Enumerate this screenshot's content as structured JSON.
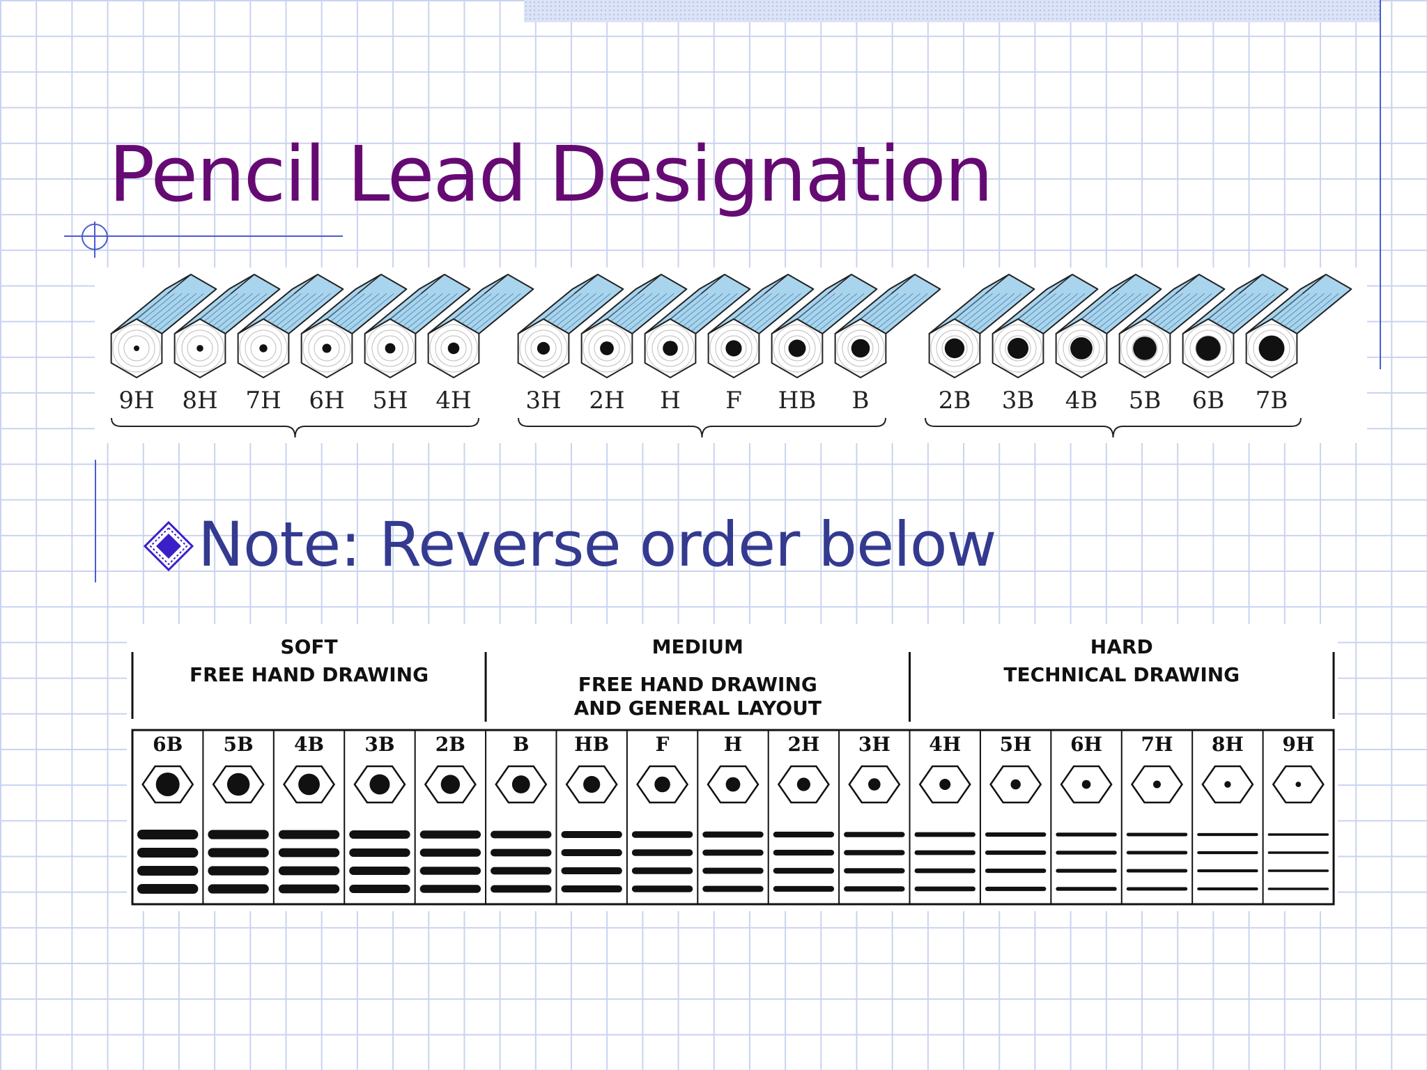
{
  "slide": {
    "title": "Pencil Lead Designation",
    "note": "Note: Reverse order below"
  },
  "pencil_figure": {
    "groups": [
      {
        "labels": [
          "9H",
          "8H",
          "7H",
          "6H",
          "5H",
          "4H"
        ]
      },
      {
        "labels": [
          "3H",
          "2H",
          "H",
          "F",
          "HB",
          "B"
        ]
      },
      {
        "labels": [
          "2B",
          "3B",
          "4B",
          "5B",
          "6B",
          "7B"
        ]
      }
    ],
    "pencil_color": "#a9d4ee"
  },
  "grade_table": {
    "sections": [
      {
        "name": "SOFT",
        "use": [
          "FREE HAND DRAWING"
        ]
      },
      {
        "name": "MEDIUM",
        "use": [
          "FREE HAND DRAWING",
          "AND GENERAL LAYOUT"
        ]
      },
      {
        "name": "HARD",
        "use": [
          "TECHNICAL DRAWING"
        ]
      }
    ],
    "grades": [
      "6B",
      "5B",
      "4B",
      "3B",
      "2B",
      "B",
      "HB",
      "F",
      "H",
      "2H",
      "3H",
      "4H",
      "5H",
      "6H",
      "7H",
      "8H",
      "9H"
    ]
  },
  "colors": {
    "title": "#660a73",
    "note": "#333a8f",
    "accent": "#4a5bd0",
    "bullet": "#3a1fc9"
  },
  "icons": {
    "bullet": "diamond-bullet-icon",
    "crosshair": "crosshair-icon"
  }
}
